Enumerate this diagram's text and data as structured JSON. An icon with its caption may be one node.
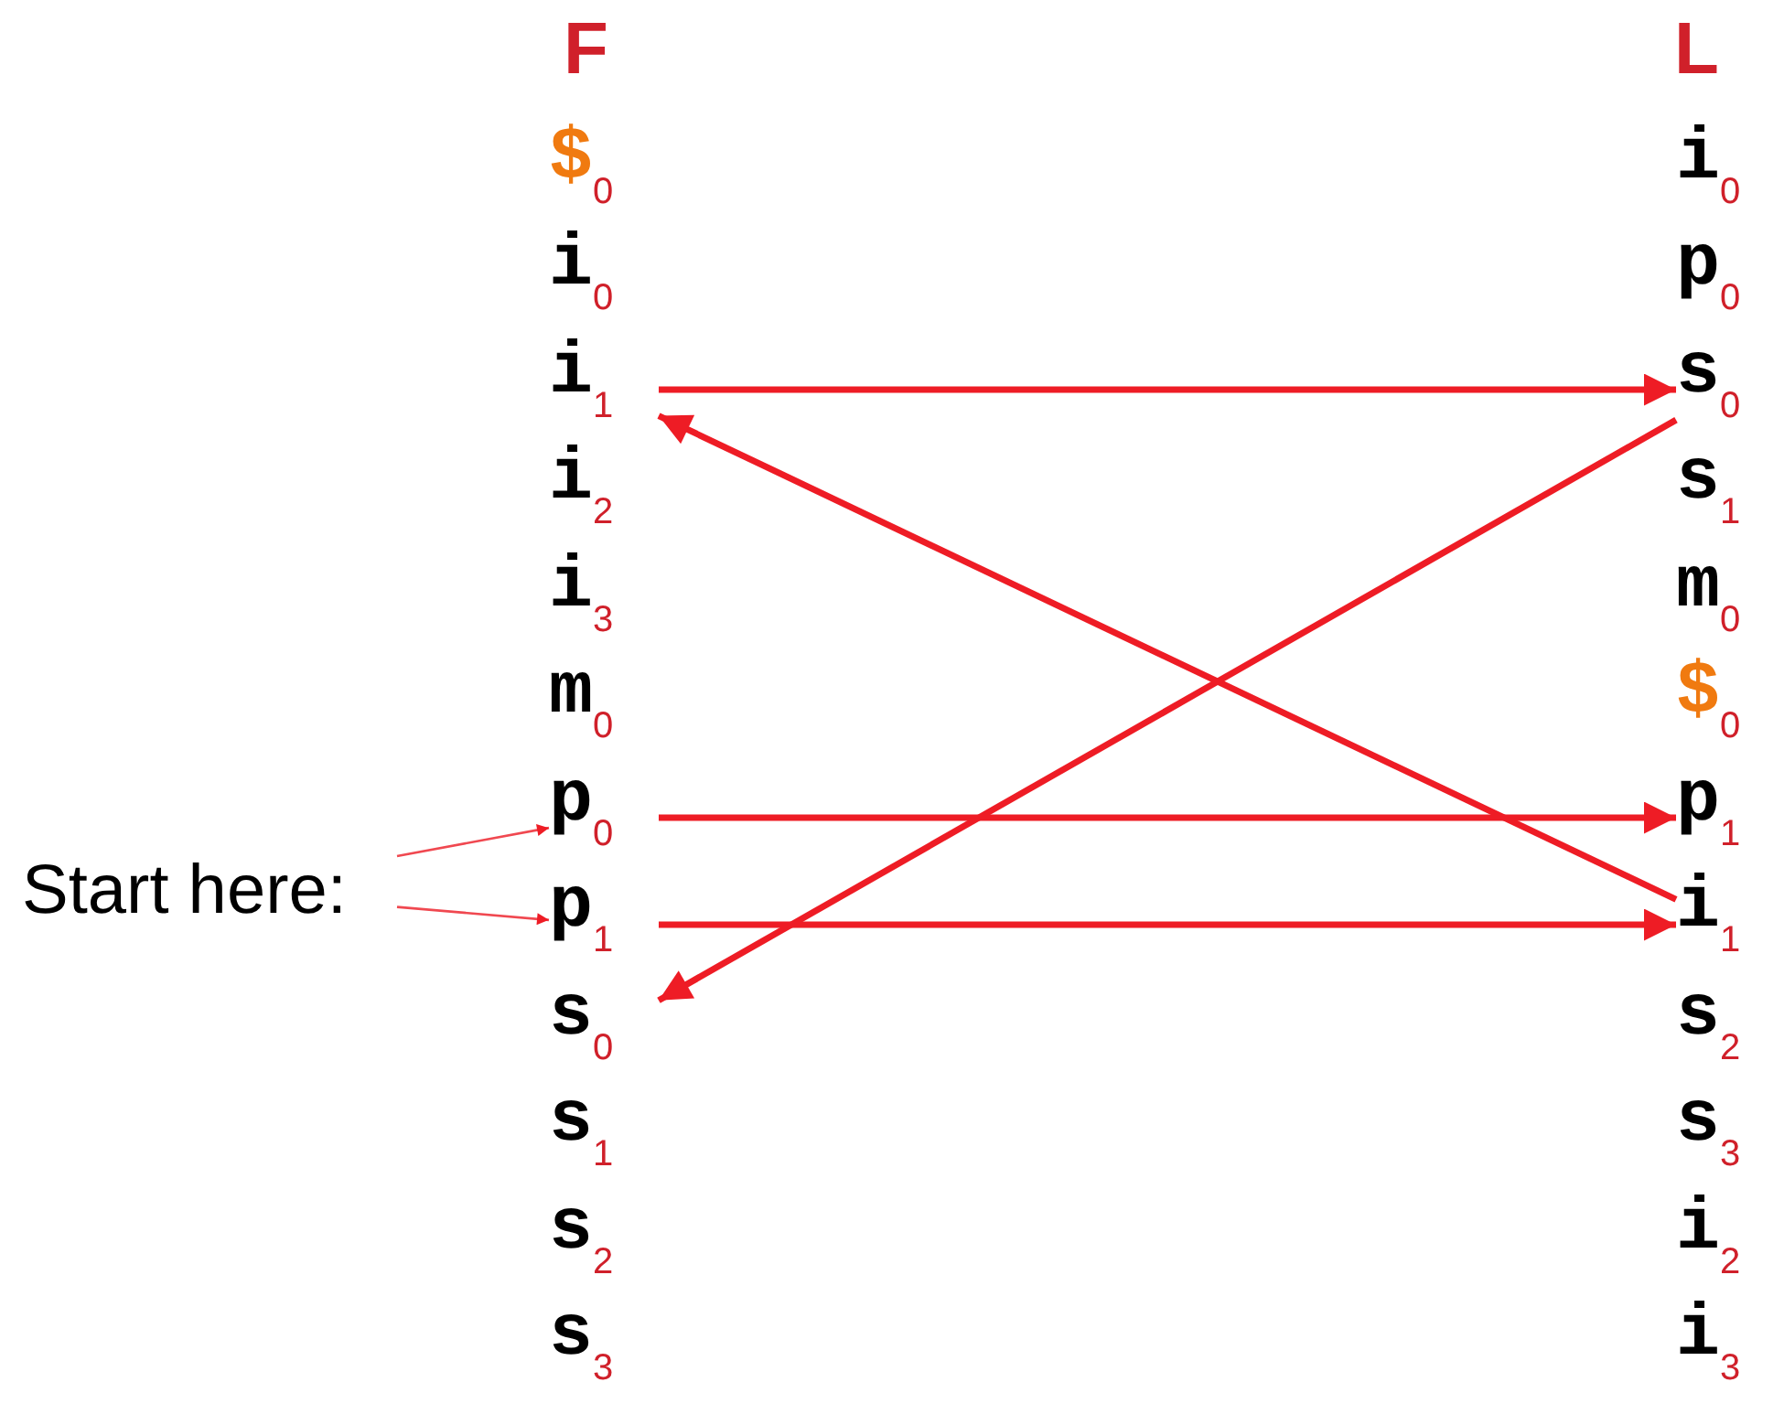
{
  "diagram": {
    "nodes": [
      {
        "text": [
          "Start here:"
        ]
      },
      {
        "text": [
          "$$_{0}$"
        ]
      },
      {
        "text": [
          "i$_{0}$"
        ]
      },
      {
        "text": [
          "i$_{1}$"
        ]
      },
      {
        "text": [
          "i$_{2}$"
        ]
      },
      {
        "text": [
          "i$_{3}$"
        ]
      },
      {
        "text": [
          "m$_{0}$"
        ]
      },
      {
        "text": [
          "p$_{0}$"
        ]
      },
      {
        "text": [
          "p$_{1}$"
        ]
      },
      {
        "text": [
          "s$_{0}$"
        ]
      },
      {
        "text": [
          "s$_{1}$"
        ]
      },
      {
        "text": [
          "s$_{2}$"
        ]
      },
      {
        "text": [
          "s$_{3}$"
        ]
      },
      {
        "text": [
          "i$_{0}$"
        ]
      },
      {
        "text": [
          "p$_{0}$"
        ]
      },
      {
        "text": [
          "s$_{0}$"
        ]
      },
      {
        "text": [
          "s$_{1}$"
        ]
      },
      {
        "text": [
          "m$_{0}$"
        ]
      },
      {
        "text": [
          "$$_{0}$"
        ]
      },
      {
        "text": [
          "p$_{1}$"
        ]
      },
      {
        "text": [
          "i$_{1}$"
        ]
      },
      {
        "text": [
          "s$_{2}$"
        ]
      },
      {
        "text": [
          "s$_{3}$"
        ]
      },
      {
        "text": [
          "i$_{2}$"
        ]
      },
      {
        "text": [
          "i$_{3}$"
        ]
      }
    ],
    "edges": [
      {
        "from": 0,
        "to": 7,
        "arrow": "to"
      },
      {
        "from": 0,
        "to": 8,
        "arrow": "to"
      },
      {
        "from": 3,
        "to": 15,
        "arrow": "to"
      },
      {
        "from": 20,
        "to": 3,
        "arrow": "to"
      },
      {
        "from": 15,
        "to": 9,
        "arrow": "to"
      },
      {
        "from": 7,
        "to": 19,
        "arrow": "to"
      },
      {
        "from": 8,
        "to": 20,
        "arrow": "to"
      }
    ],
    "labels": [
      "F",
      "L"
    ]
  }
}
